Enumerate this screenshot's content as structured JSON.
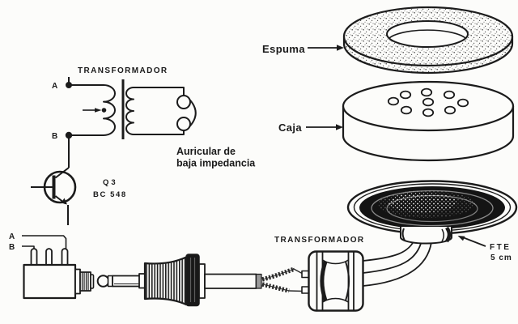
{
  "colors": {
    "ink": "#1b1b1b",
    "paper": "#fcfcfa"
  },
  "schematic": {
    "title": "TRANSFORMADOR",
    "terminal_a": "A",
    "terminal_b": "B",
    "transistor_ref": "Q3",
    "transistor_part": "BC 548",
    "earphone_line1": "Auricular de",
    "earphone_line2": "baja impedancia"
  },
  "jack": {
    "label_a": "A",
    "label_b": "B"
  },
  "assembly": {
    "foam": "Espuma",
    "box": "Caja",
    "transformer": "TRANSFORMADOR",
    "speaker_line1": "FTE",
    "speaker_line2": "5 cm"
  }
}
